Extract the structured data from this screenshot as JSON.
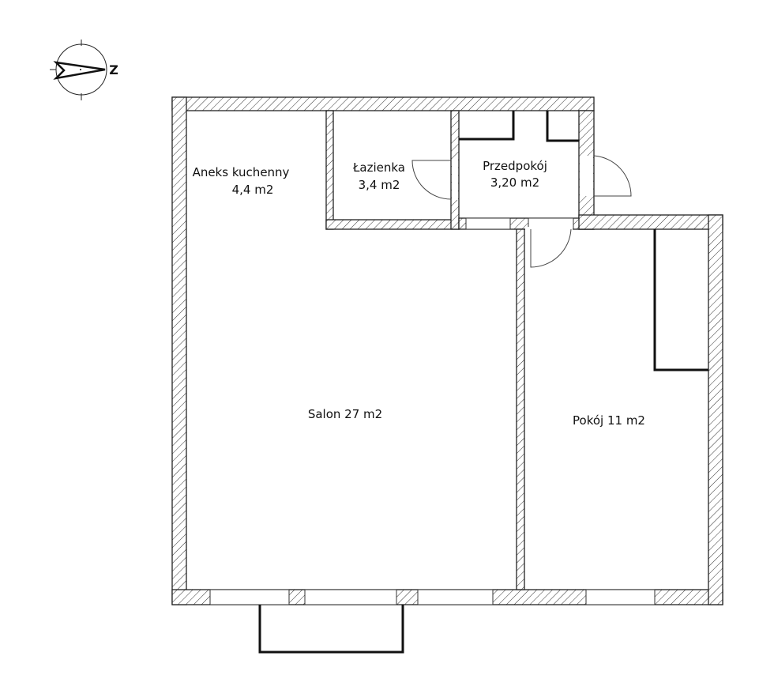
{
  "compass": {
    "north_letter": "Z"
  },
  "rooms": [
    {
      "name": "Aneks kuchenny",
      "area": "4,4 m2"
    },
    {
      "name": "Łazienka",
      "area": "3,4 m2"
    },
    {
      "name": "Przedpokój",
      "area": "3,20 m2"
    },
    {
      "label": "Salon 27 m2"
    },
    {
      "label": "Pokój 11 m2"
    }
  ]
}
